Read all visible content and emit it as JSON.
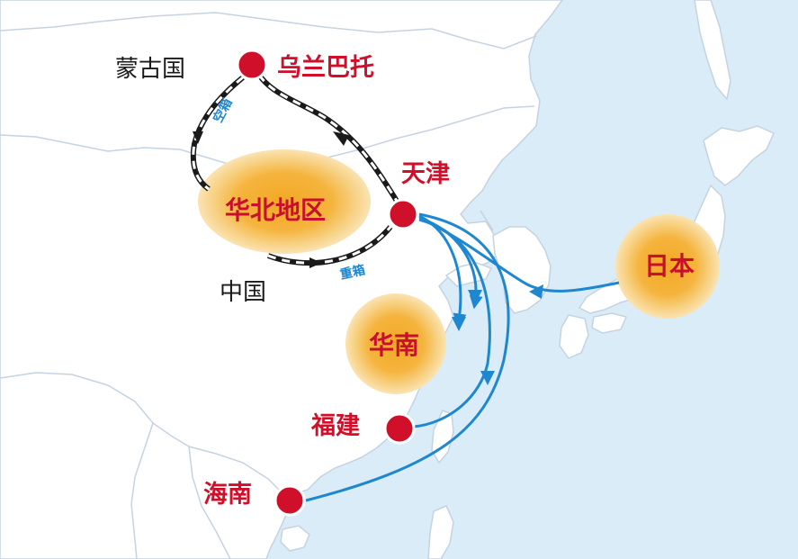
{
  "countries": {
    "mongolia": "蒙古国",
    "china": "中国"
  },
  "cities": {
    "ulaanbaatar": "乌兰巴托",
    "tianjin": "天津",
    "fujian": "福建",
    "hainan": "海南"
  },
  "regions": {
    "north_china": "华北地区",
    "south_china": "华南",
    "japan": "日本"
  },
  "flows": {
    "empty_container": "空箱",
    "heavy_container": "重箱"
  },
  "colors": {
    "sea": "#d9ecf7",
    "land": "#ffffff",
    "border": "#c5d3e0",
    "route_blue": "#1f87cf",
    "city_red": "#d0102a",
    "region_halo": "#f4b43c"
  }
}
